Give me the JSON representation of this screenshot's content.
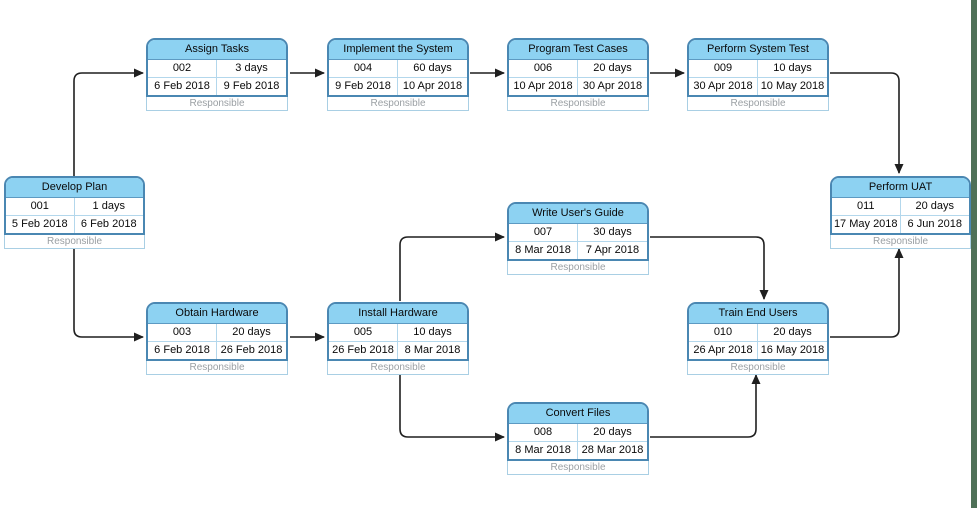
{
  "diagram": {
    "type": "pert-chart",
    "nodes": [
      {
        "id": "001",
        "title": "Develop Plan",
        "duration": "1 days",
        "start": "5 Feb 2018",
        "end": "6 Feb 2018",
        "responsible": "Responsible"
      },
      {
        "id": "002",
        "title": "Assign Tasks",
        "duration": "3 days",
        "start": "6 Feb 2018",
        "end": "9 Feb 2018",
        "responsible": "Responsible"
      },
      {
        "id": "003",
        "title": "Obtain Hardware",
        "duration": "20 days",
        "start": "6 Feb 2018",
        "end": "26 Feb 2018",
        "responsible": "Responsible"
      },
      {
        "id": "004",
        "title": "Implement the System",
        "duration": "60 days",
        "start": "9 Feb 2018",
        "end": "10 Apr 2018",
        "responsible": "Responsible"
      },
      {
        "id": "005",
        "title": "Install Hardware",
        "duration": "10 days",
        "start": "26 Feb 2018",
        "end": "8 Mar 2018",
        "responsible": "Responsible"
      },
      {
        "id": "006",
        "title": "Program Test Cases",
        "duration": "20 days",
        "start": "10 Apr 2018",
        "end": "30 Apr 2018",
        "responsible": "Responsible"
      },
      {
        "id": "007",
        "title": "Write User's Guide",
        "duration": "30 days",
        "start": "8 Mar 2018",
        "end": "7 Apr 2018",
        "responsible": "Responsible"
      },
      {
        "id": "008",
        "title": "Convert Files",
        "duration": "20 days",
        "start": "8 Mar 2018",
        "end": "28 Mar 2018",
        "responsible": "Responsible"
      },
      {
        "id": "009",
        "title": "Perform System Test",
        "duration": "10 days",
        "start": "30 Apr 2018",
        "end": "10 May 2018",
        "responsible": "Responsible"
      },
      {
        "id": "010",
        "title": "Train End Users",
        "duration": "20 days",
        "start": "26 Apr 2018",
        "end": "16 May 2018",
        "responsible": "Responsible"
      },
      {
        "id": "011",
        "title": "Perform UAT",
        "duration": "20 days",
        "start": "17 May 2018",
        "end": "6 Jun 2018",
        "responsible": "Responsible"
      }
    ],
    "edges": [
      {
        "from": "001",
        "to": "002"
      },
      {
        "from": "001",
        "to": "003"
      },
      {
        "from": "002",
        "to": "004"
      },
      {
        "from": "004",
        "to": "006"
      },
      {
        "from": "006",
        "to": "009"
      },
      {
        "from": "009",
        "to": "011"
      },
      {
        "from": "003",
        "to": "005"
      },
      {
        "from": "005",
        "to": "007"
      },
      {
        "from": "005",
        "to": "008"
      },
      {
        "from": "007",
        "to": "010"
      },
      {
        "from": "008",
        "to": "010"
      },
      {
        "from": "010",
        "to": "011"
      }
    ],
    "colors": {
      "node_header_fill": "#8dd2f2",
      "node_border": "#4a87b2",
      "inner_divider": "#b3d7ec",
      "responsible_text": "#9a9fa3",
      "connector": "#1f1f1f",
      "right_edge_strip": "#4f7158"
    }
  }
}
